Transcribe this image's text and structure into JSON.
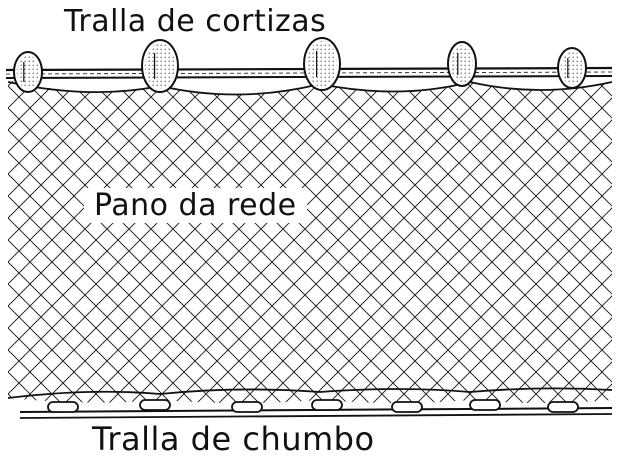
{
  "labels": {
    "float_line": "Tralla de cortizas",
    "net_panel": "Pano da rede",
    "lead_line": "Tralla de chumbo"
  },
  "colors": {
    "ink": "#111111",
    "background": "#ffffff"
  }
}
